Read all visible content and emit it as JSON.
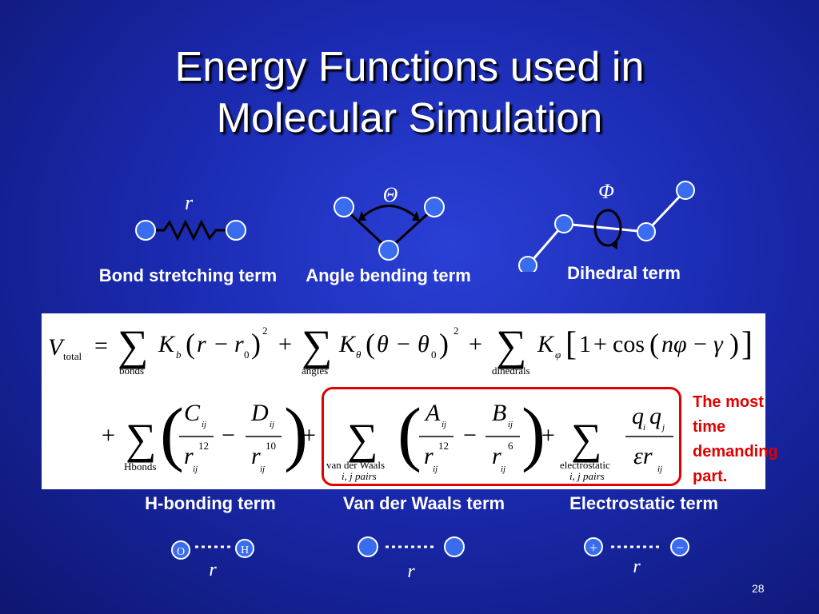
{
  "title_line1": "Energy Functions used in",
  "title_line2": "Molecular Simulation",
  "diagram_symbols": {
    "bond": "r",
    "angle": "Θ",
    "dihedral": "Φ",
    "hbond_r": "r",
    "vdw_r": "r",
    "elec_r": "r"
  },
  "labels": {
    "bond": "Bond stretching term",
    "angle": "Angle bending term",
    "dihedral": "Dihedral term",
    "hbond": "H-bonding term",
    "vdw": "Van der Waals term",
    "electrostatic": "Electrostatic term"
  },
  "atoms": {
    "oxygen": "O",
    "hydrogen": "H",
    "plus": "+",
    "minus": "−"
  },
  "equation": {
    "row1": {
      "V": "V",
      "total": "total",
      "eq": "=",
      "bonds": "bonds",
      "angles": "angles",
      "dihedrals": "dihedrals"
    },
    "row2": {
      "hbonds": "Hbonds",
      "vdw_sub1": "van der Waals",
      "vdw_sub2": "i, j pairs",
      "elec_sub1": "electrostatic",
      "elec_sub2": "i, j pairs"
    }
  },
  "note": [
    "The most",
    "time",
    "demanding",
    "part."
  ],
  "page_number": "28",
  "colors": {
    "atom": "#3a6cf0",
    "highlight": "#e00000",
    "background": "#1a2ab0"
  }
}
